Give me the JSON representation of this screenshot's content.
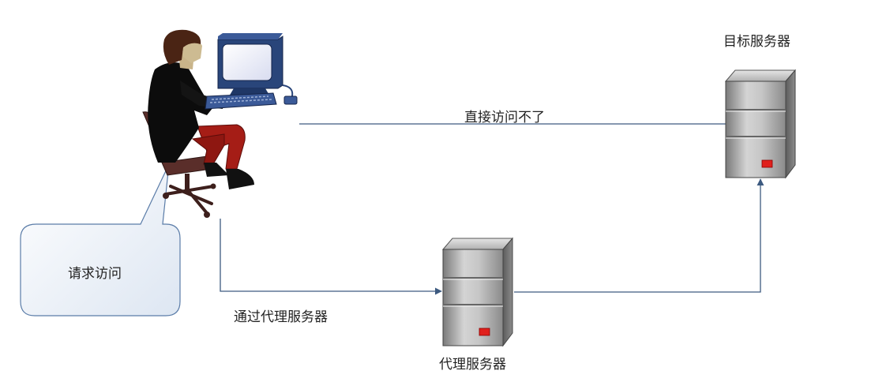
{
  "labels": {
    "target_server": "目标服务器",
    "direct_access_fail": "直接访问不了",
    "via_proxy": "通过代理服务器",
    "proxy_server": "代理服务器",
    "request_bubble": "请求访问"
  },
  "icons": {
    "user": "user-at-computer-icon",
    "server": "server-icon"
  },
  "colors": {
    "connector": "#3d5a80",
    "server_led": "#e0201c"
  }
}
